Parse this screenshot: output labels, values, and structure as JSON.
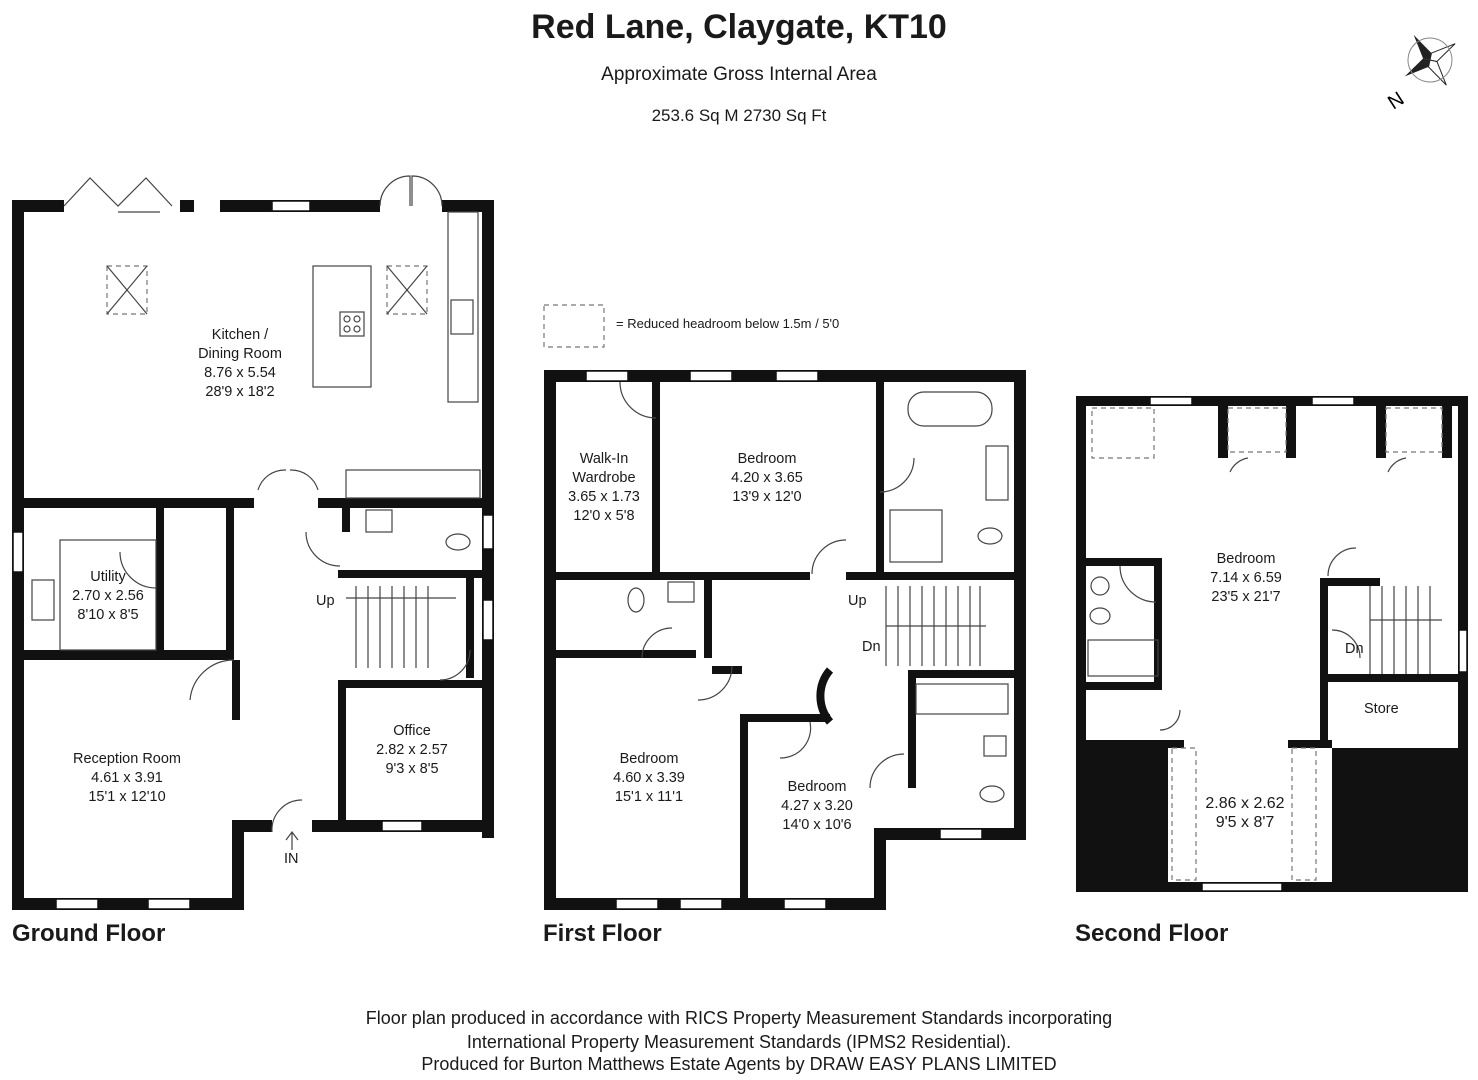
{
  "header": {
    "title": "Red Lane, Claygate, KT10",
    "subtitle": "Approximate Gross Internal Area",
    "area": "253.6 Sq M  2730 Sq Ft"
  },
  "compass": {
    "label": "N",
    "icon": "compass-rose-icon"
  },
  "legend": {
    "text": "= Reduced headroom below 1.5m / 5'0"
  },
  "floors": {
    "ground": {
      "label": "Ground Floor",
      "kitchen": {
        "name1": "Kitchen /",
        "name2": "Dining Room",
        "metric": "8.76 x 5.54",
        "imperial": "28'9 x 18'2"
      },
      "utility": {
        "name": "Utility",
        "metric": "2.70 x 2.56",
        "imperial": "8'10 x 8'5"
      },
      "reception": {
        "name": "Reception Room",
        "metric": "4.61 x 3.91",
        "imperial": "15'1 x 12'10"
      },
      "office": {
        "name": "Office",
        "metric": "2.82 x 2.57",
        "imperial": "9'3 x 8'5"
      },
      "stairs_up": "Up",
      "entrance": "IN"
    },
    "first": {
      "label": "First Floor",
      "wardrobe": {
        "name1": "Walk-In",
        "name2": "Wardrobe",
        "metric": "3.65 x 1.73",
        "imperial": "12'0 x 5'8"
      },
      "bedroom1": {
        "name": "Bedroom",
        "metric": "4.20 x 3.65",
        "imperial": "13'9 x 12'0"
      },
      "bedroom2": {
        "name": "Bedroom",
        "metric": "4.60 x 3.39",
        "imperial": "15'1 x 11'1"
      },
      "bedroom3": {
        "name": "Bedroom",
        "metric": "4.27 x 3.20",
        "imperial": "14'0 x 10'6"
      },
      "stairs_up": "Up",
      "stairs_down": "Dn"
    },
    "second": {
      "label": "Second Floor",
      "bedroom": {
        "name": "Bedroom",
        "metric": "7.14 x 6.59",
        "imperial": "23'5 x 21'7"
      },
      "store": "Store",
      "landing": {
        "metric": "2.86 x 2.62",
        "imperial": "9'5 x 8'7"
      },
      "stairs_down": "Dn"
    }
  },
  "footer": {
    "line1": "Floor plan produced in accordance with RICS Property Measurement Standards incorporating",
    "line2": "International Property Measurement Standards (IPMS2 Residential).",
    "line3": "Produced for Burton Matthews Estate Agents by DRAW EASY PLANS LIMITED"
  },
  "colors": {
    "wall": "#111111",
    "background": "#ffffff",
    "fixture": "#444444"
  }
}
